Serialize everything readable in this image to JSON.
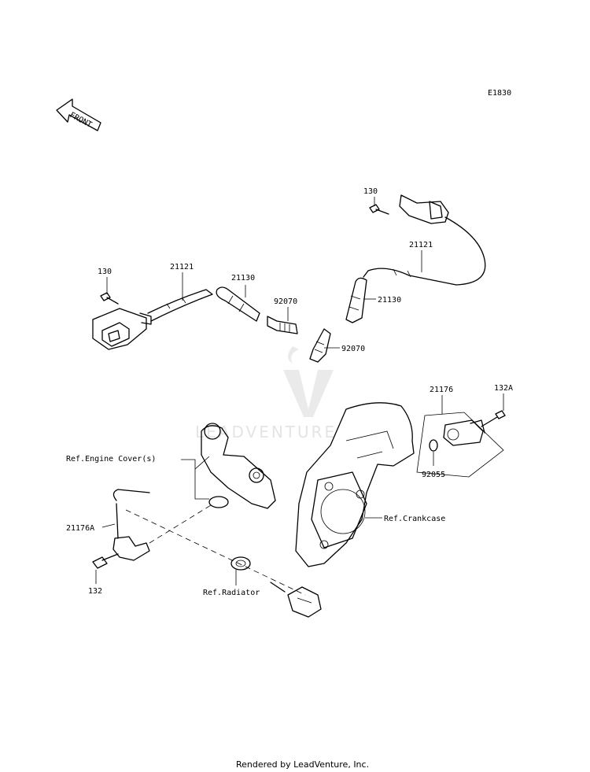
{
  "diagram_code": "E1830",
  "front_label": "FRONT",
  "watermark_text": "LEADVENTURE",
  "footer_credit": "Rendered by LeadVenture, Inc.",
  "part_labels": {
    "bolt_left": "130",
    "bolt_right": "130",
    "coil_left": "21121",
    "coil_right": "21121",
    "cap_left": "21130",
    "cap_right": "21130",
    "plug_left": "92070",
    "plug_right": "92070",
    "sensor_crank": "21176",
    "sensor_bolt": "132A",
    "oring": "92055",
    "sensor_water": "21176A",
    "bolt_water": "132"
  },
  "reference_labels": {
    "engine_cover": "Ref.Engine Cover(s)",
    "crankcase": "Ref.Crankcase",
    "radiator": "Ref.Radiator"
  }
}
